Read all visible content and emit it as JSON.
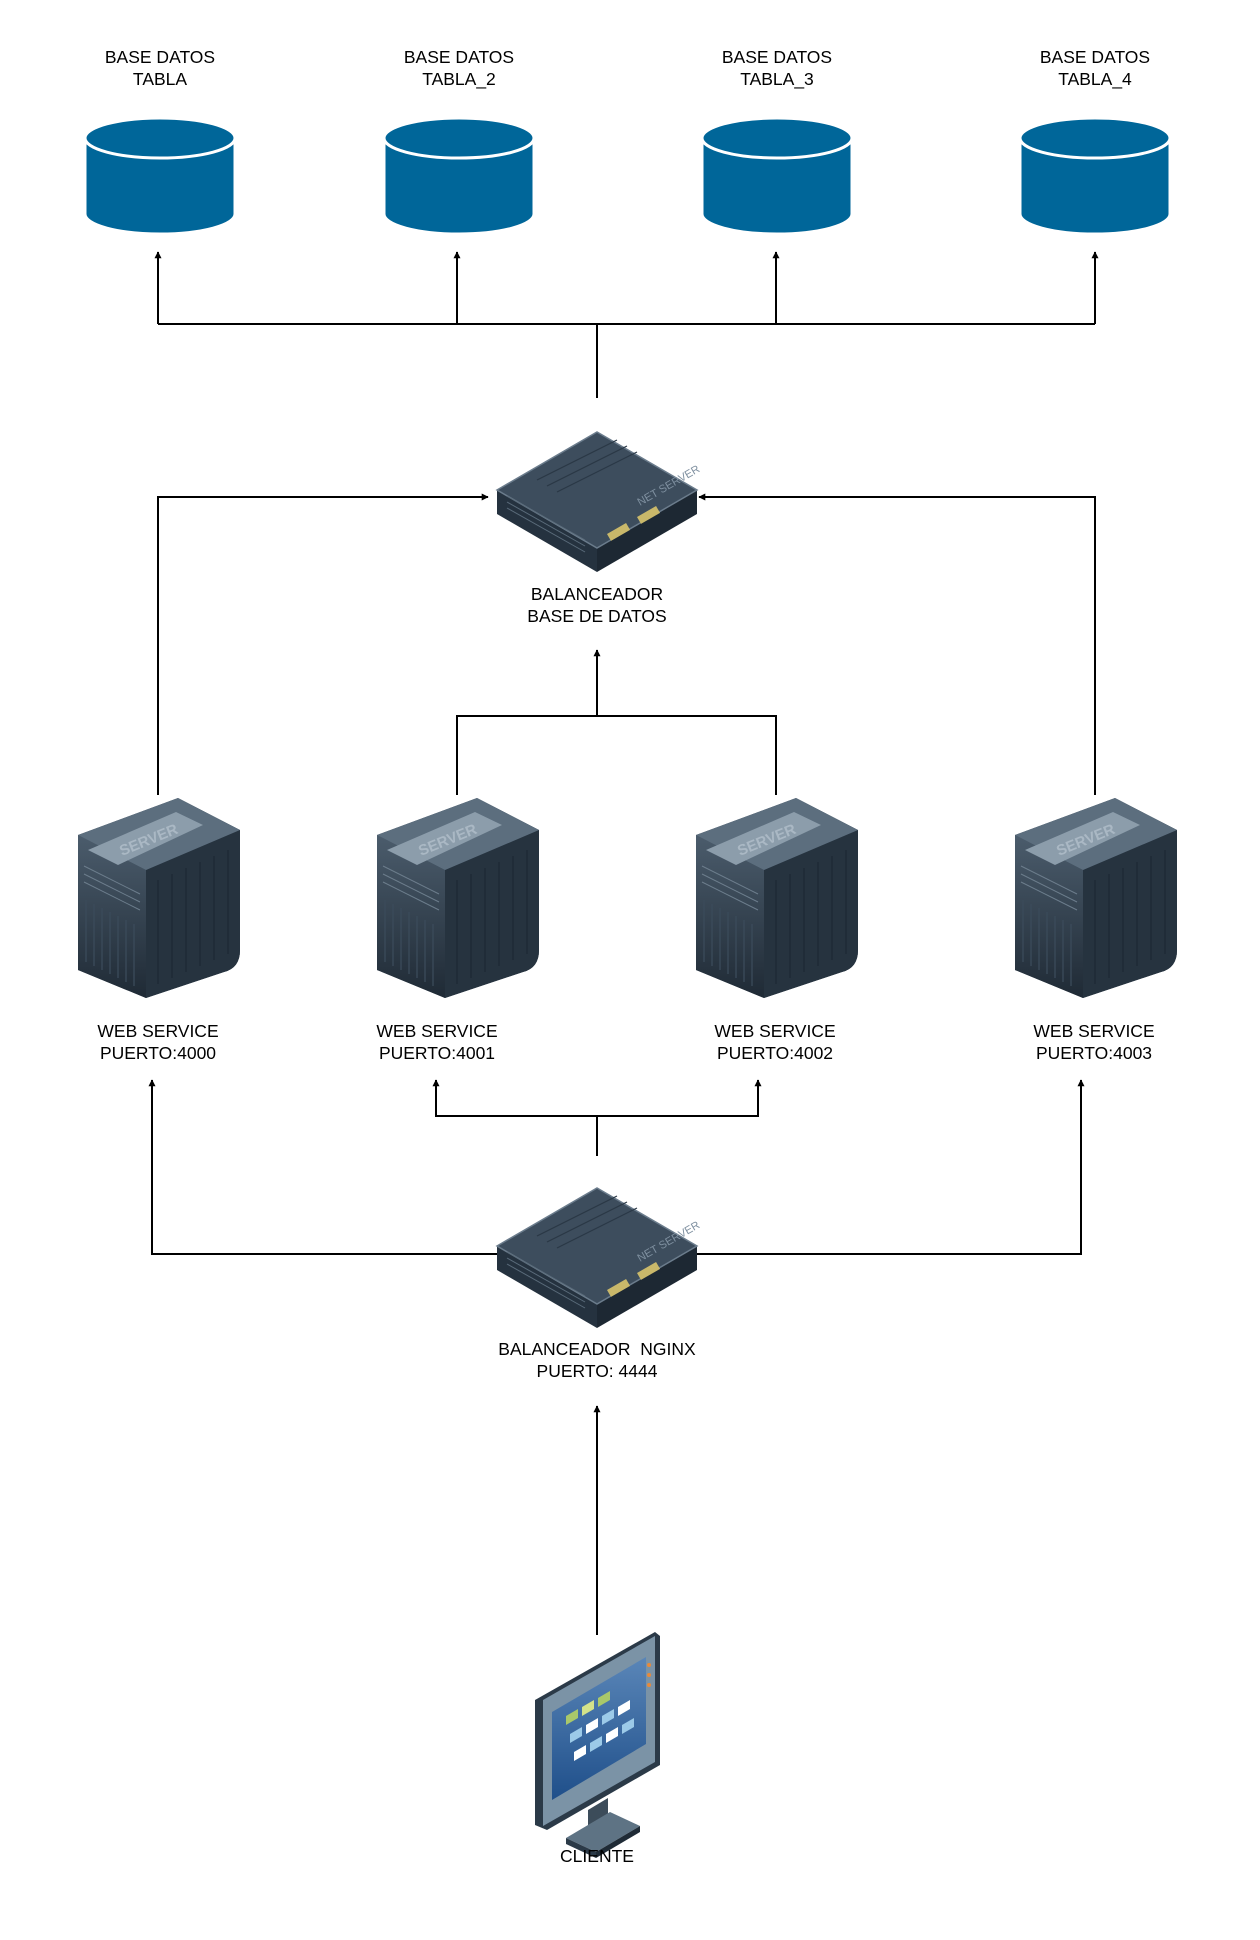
{
  "databases": [
    {
      "line1": "BASE DATOS",
      "line2": "TABLA"
    },
    {
      "line1": "BASE DATOS",
      "line2": "TABLA_2"
    },
    {
      "line1": "BASE DATOS",
      "line2": "TABLA_3"
    },
    {
      "line1": "BASE DATOS",
      "line2": "TABLA_4"
    }
  ],
  "db_balancer": {
    "line1": "BALANCEADOR",
    "line2": "BASE DE DATOS",
    "device_text": "NET SERVER"
  },
  "web_services": [
    {
      "line1": "WEB SERVICE",
      "line2": "PUERTO:4000",
      "device_text": "SERVER"
    },
    {
      "line1": "WEB SERVICE",
      "line2": "PUERTO:4001",
      "device_text": "SERVER"
    },
    {
      "line1": "WEB SERVICE",
      "line2": "PUERTO:4002",
      "device_text": "SERVER"
    },
    {
      "line1": "WEB SERVICE",
      "line2": "PUERTO:4003",
      "device_text": "SERVER"
    }
  ],
  "nginx_balancer": {
    "line1": "BALANCEADOR  NGINX",
    "line2": "PUERTO: 4444",
    "device_text": "NET SERVER"
  },
  "client": {
    "label": "CLIENTE"
  },
  "colors": {
    "database": "#006699",
    "database_edge": "#ffffff",
    "server_dark": "#2f3d4b",
    "server_light": "#8a9aa8",
    "connector": "#000000"
  },
  "icons": [
    "database-icon",
    "network-server-icon",
    "server-tower-icon",
    "monitor-icon"
  ]
}
